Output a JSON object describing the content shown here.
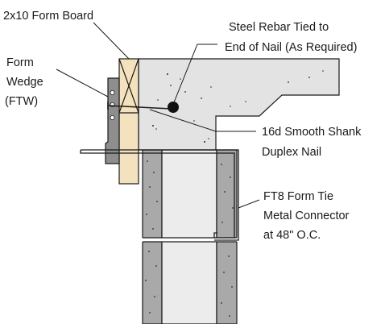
{
  "labels": {
    "form_board": "2x10 Form Board",
    "form_wedge_line1": "Form",
    "form_wedge_line2": "Wedge",
    "form_wedge_line3": "(FTW)",
    "rebar_line1": "Steel Rebar Tied to",
    "rebar_line2": "End of Nail (As Required)",
    "nail_line1": "16d Smooth Shank",
    "nail_line2": "Duplex Nail",
    "tie_line1": "FT8 Form Tie",
    "tie_line2": "Metal Connector",
    "tie_line3": "at 48\" O.C."
  },
  "colors": {
    "concrete": "#e3e3e3",
    "wall_block": "#a9a9a9",
    "wood": "#f3e2bd",
    "wedge": "#8e8e8e",
    "line": "#1a1a1a"
  }
}
